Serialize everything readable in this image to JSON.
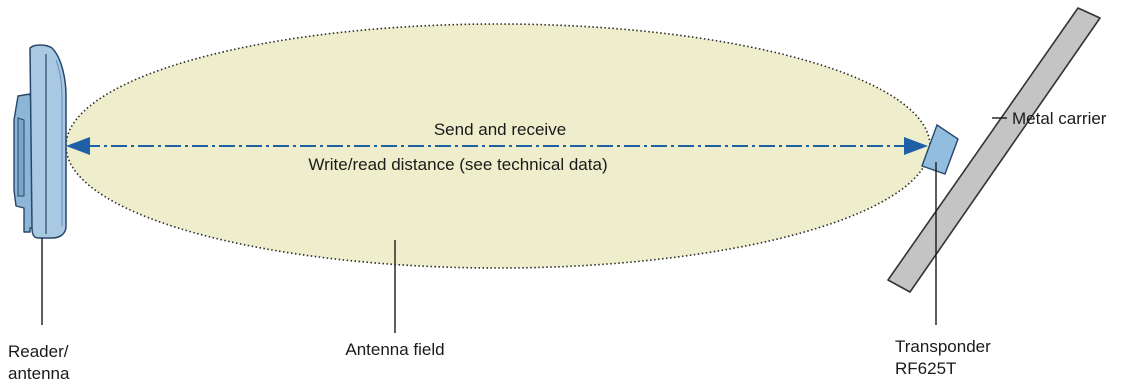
{
  "labels": {
    "send_receive": "Send and receive",
    "distance": "Write/read distance (see technical data)",
    "metal_carrier": "Metal carrier",
    "antenna_field": "Antenna field",
    "reader_line1": "Reader/",
    "reader_line2": "antenna",
    "transponder_line1": "Transponder",
    "transponder_line2": "RF625T"
  },
  "colors": {
    "field_fill": "#eeeecd",
    "field_outline": "#2a2a2a",
    "arrow": "#1f5fa8",
    "reader_light": "#a9c9e3",
    "reader_mid": "#8db5d6",
    "reader_outline": "#27476a",
    "carrier_fill": "#c4c4c4",
    "carrier_outline": "#333333",
    "transponder_fill": "#92bddf"
  },
  "icons": {
    "reader": "reader-antenna-icon",
    "transponder": "transponder-icon",
    "carrier": "metal-carrier-icon"
  }
}
